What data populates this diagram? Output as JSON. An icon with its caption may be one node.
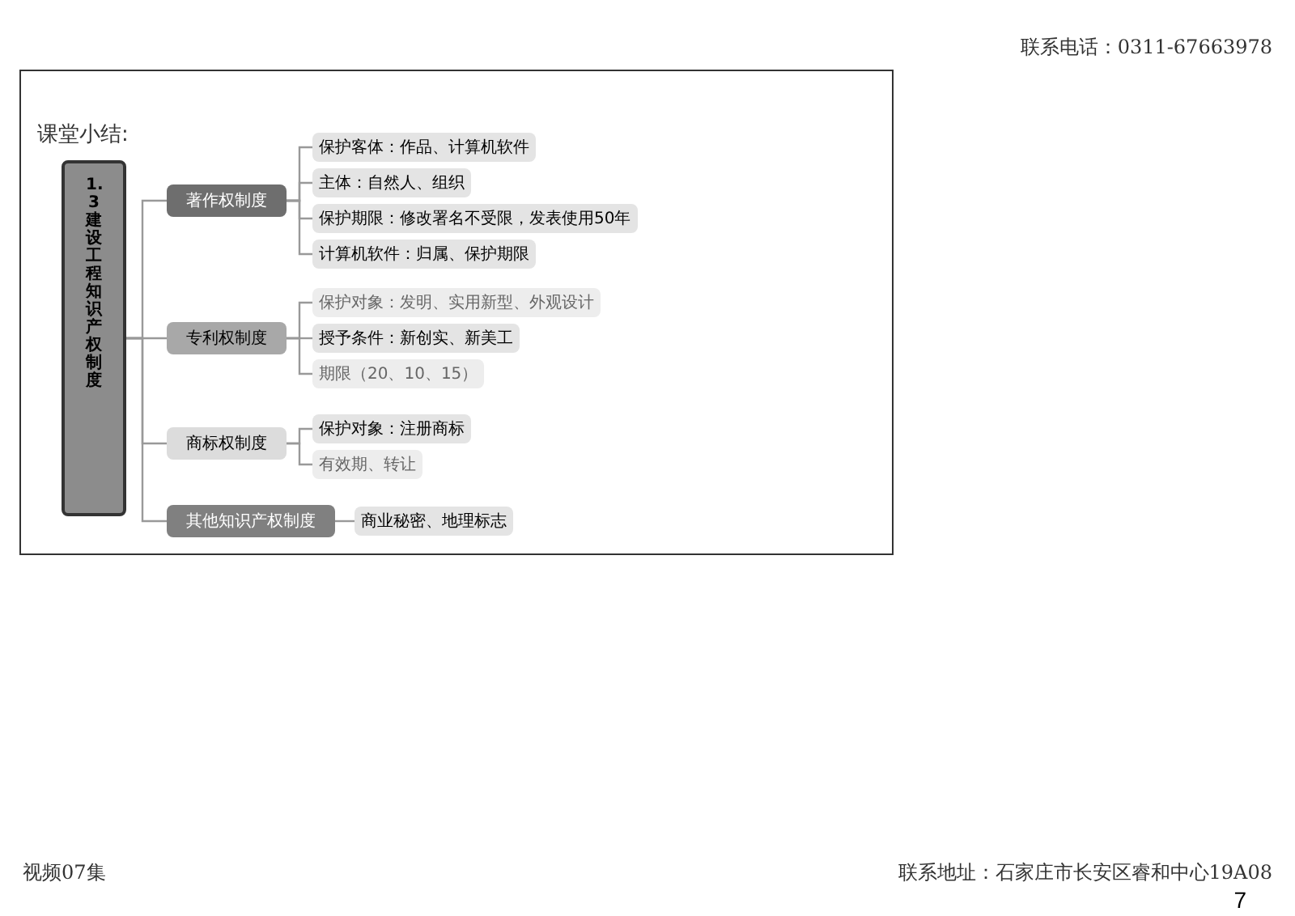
{
  "diagram": {
    "nodes": [
      {
        "text": [
          "1.3建设工程知识产权制度"
        ]
      },
      {
        "text": [
          "著作权制度"
        ]
      },
      {
        "text": [
          "保护客体：作品、计算机软件"
        ]
      },
      {
        "text": [
          "主体：自然人、组织"
        ]
      },
      {
        "text": [
          "保护期限：修改署名不受限，发表使用50年"
        ]
      },
      {
        "text": [
          "计算机软件：归属、保护期限"
        ]
      },
      {
        "text": [
          "专利权制度"
        ]
      },
      {
        "text": [
          "保护对象：发明、实用新型、外观设计"
        ]
      },
      {
        "text": [
          "授予条件：新创实、新美工"
        ]
      },
      {
        "text": [
          "期限（20、10、15）"
        ]
      },
      {
        "text": [
          "商标权制度"
        ]
      },
      {
        "text": [
          "保护对象：注册商标"
        ]
      },
      {
        "text": [
          "有效期、转让"
        ]
      },
      {
        "text": [
          "其他知识产权制度"
        ]
      },
      {
        "text": [
          "商业秘密、地理标志"
        ]
      }
    ],
    "edges": [
      {
        "from": 0,
        "to": 1,
        "arrow": "none"
      },
      {
        "from": 0,
        "to": 6,
        "arrow": "none"
      },
      {
        "from": 0,
        "to": 10,
        "arrow": "none"
      },
      {
        "from": 0,
        "to": 13,
        "arrow": "none"
      },
      {
        "from": 1,
        "to": 2,
        "arrow": "none"
      },
      {
        "from": 1,
        "to": 3,
        "arrow": "none"
      },
      {
        "from": 1,
        "to": 4,
        "arrow": "none"
      },
      {
        "from": 1,
        "to": 5,
        "arrow": "none"
      },
      {
        "from": 6,
        "to": 7,
        "arrow": "none"
      },
      {
        "from": 6,
        "to": 8,
        "arrow": "none"
      },
      {
        "from": 6,
        "to": 9,
        "arrow": "none"
      },
      {
        "from": 10,
        "to": 11,
        "arrow": "none"
      },
      {
        "from": 10,
        "to": 12,
        "arrow": "none"
      },
      {
        "from": 13,
        "to": 14,
        "arrow": "none"
      }
    ],
    "labels": [
      "联系电话：0311-67663978",
      "课堂小结:",
      "视频07集",
      "联系地址：石家庄市长安区睿和中心19A08",
      "7"
    ]
  }
}
